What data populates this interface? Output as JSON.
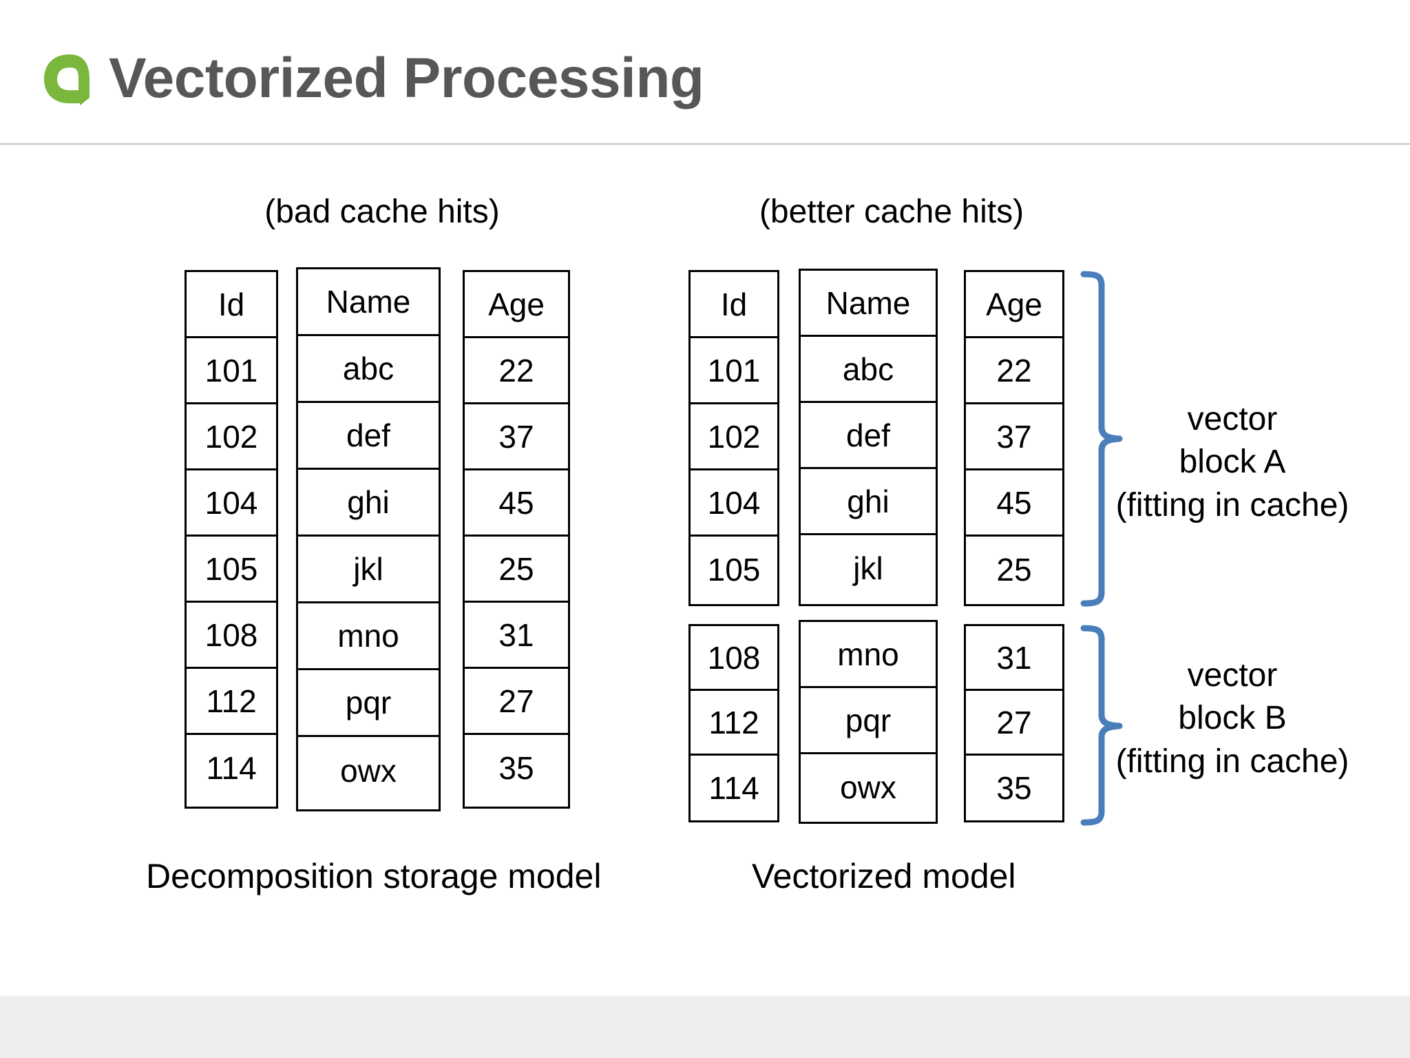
{
  "header": {
    "title": "Vectorized Processing",
    "logo_icon": "speech-bubble-logo",
    "logo_color": "#7ab73c",
    "title_color": "#575757",
    "rule_color": "#c3c3c6"
  },
  "footer": {
    "bar_color": "#eeeeef"
  },
  "diagram": {
    "accent_color": "#4a7ebb",
    "left": {
      "cache_caption": "(bad cache hits)",
      "model_caption": "Decomposition storage model",
      "columns": [
        {
          "header": "Id",
          "values": [
            "101",
            "102",
            "104",
            "105",
            "108",
            "112",
            "114"
          ]
        },
        {
          "header": "Name",
          "values": [
            "abc",
            "def",
            "ghi",
            "jkl",
            "mno",
            "pqr",
            "owx"
          ]
        },
        {
          "header": "Age",
          "values": [
            "22",
            "37",
            "45",
            "25",
            "31",
            "27",
            "35"
          ]
        }
      ]
    },
    "right": {
      "cache_caption": "(better cache hits)",
      "model_caption": "Vectorized model",
      "blocks": [
        {
          "label_lines": [
            "vector",
            "block A",
            "(fitting in cache)"
          ],
          "columns": [
            {
              "header": "Id",
              "values": [
                "101",
                "102",
                "104",
                "105"
              ]
            },
            {
              "header": "Name",
              "values": [
                "abc",
                "def",
                "ghi",
                "jkl"
              ]
            },
            {
              "header": "Age",
              "values": [
                "22",
                "37",
                "45",
                "25"
              ]
            }
          ]
        },
        {
          "label_lines": [
            "vector",
            "block B",
            "(fitting in cache)"
          ],
          "columns": [
            {
              "header": "",
              "values": [
                "108",
                "112",
                "114"
              ]
            },
            {
              "header": "",
              "values": [
                "mno",
                "pqr",
                "owx"
              ]
            },
            {
              "header": "",
              "values": [
                "31",
                "27",
                "35"
              ]
            }
          ]
        }
      ]
    }
  }
}
